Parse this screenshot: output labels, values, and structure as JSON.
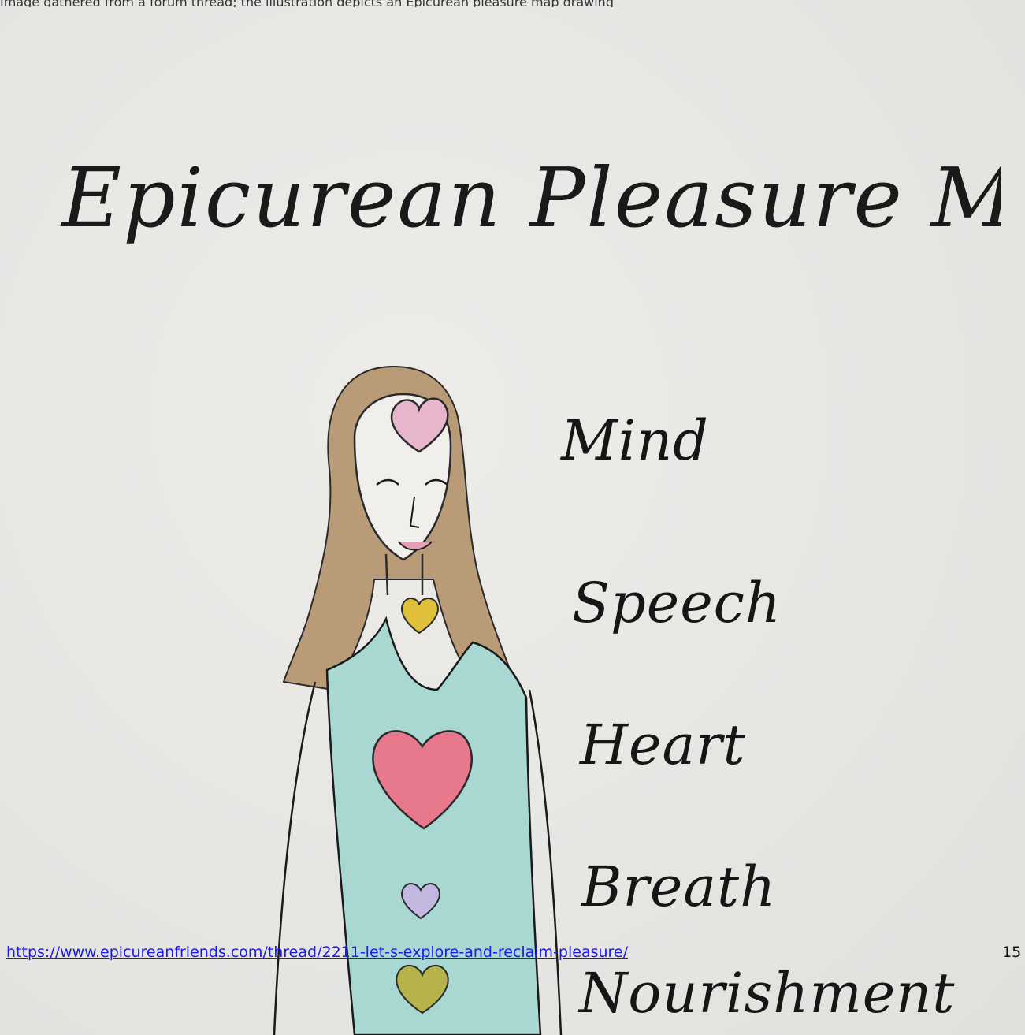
{
  "caption_fragment": "Image gathered from a forum thread; the illustration depicts an Epicurean pleasure map drawing",
  "title": "~ An Epicurean Pleasure Map ~",
  "labels": {
    "mind": "Mind",
    "speech": "Speech",
    "heart": "Heart",
    "breath": "Breath",
    "nourishment": "Nourishment"
  },
  "source_link": "https://www.epicureanfriends.com/thread/2211-let-s-explore-and-reclaim-pleasure/",
  "page_number": "15",
  "colors": {
    "paper": "#e9e7e4",
    "ink": "#161616",
    "hair": "#b99b77",
    "dress": "#a9d8d3",
    "mind_heart": "#e7b6cc",
    "speech_heart": "#e0bf3a",
    "heart_heart": "#e8788c",
    "breath_heart": "#c2b8e0",
    "nourishment_heart": "#b5b34a",
    "link": "#1a1ae6"
  }
}
